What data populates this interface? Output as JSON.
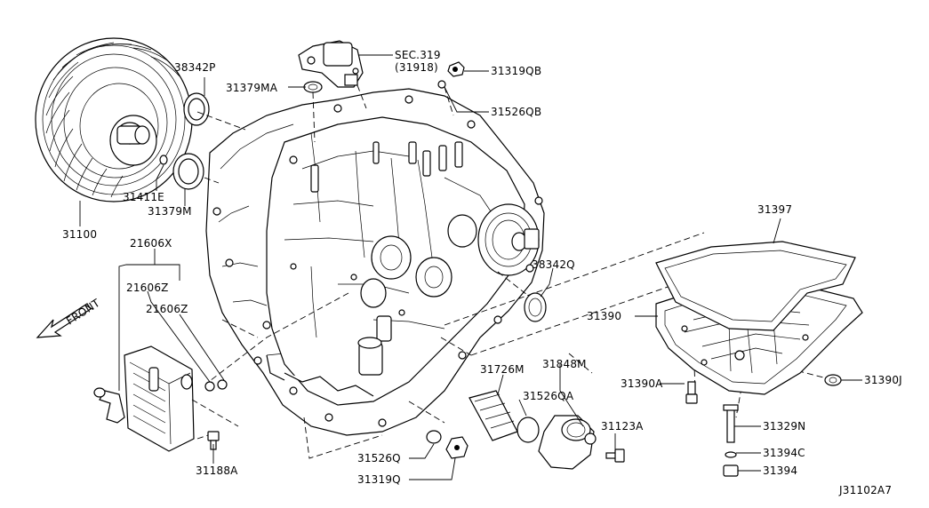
{
  "drawing_id": "J31102A7",
  "front_label": "FRONT",
  "labels": {
    "sec_319": "SEC.319",
    "sec_319_ref": "(31918)",
    "p38342P": "38342P",
    "p31379MA": "31379MA",
    "p31319QB": "31319QB",
    "p31526QB": "31526QB",
    "p31411E": "31411E",
    "p31379M": "31379M",
    "p31100": "31100",
    "p21606X": "21606X",
    "p21606Z_a": "21606Z",
    "p21606Z_b": "21606Z",
    "p31188A": "31188A",
    "p31397": "31397",
    "p38342Q": "38342Q",
    "p31390": "31390",
    "p31390A": "31390A",
    "p31390J": "31390J",
    "p31329N": "31329N",
    "p31394C": "31394C",
    "p31394": "31394",
    "p31848M": "31848M",
    "p31726M": "31726M",
    "p31526QA": "31526QA",
    "p31123A": "31123A",
    "p31526Q": "31526Q",
    "p31319Q": "31319Q"
  }
}
